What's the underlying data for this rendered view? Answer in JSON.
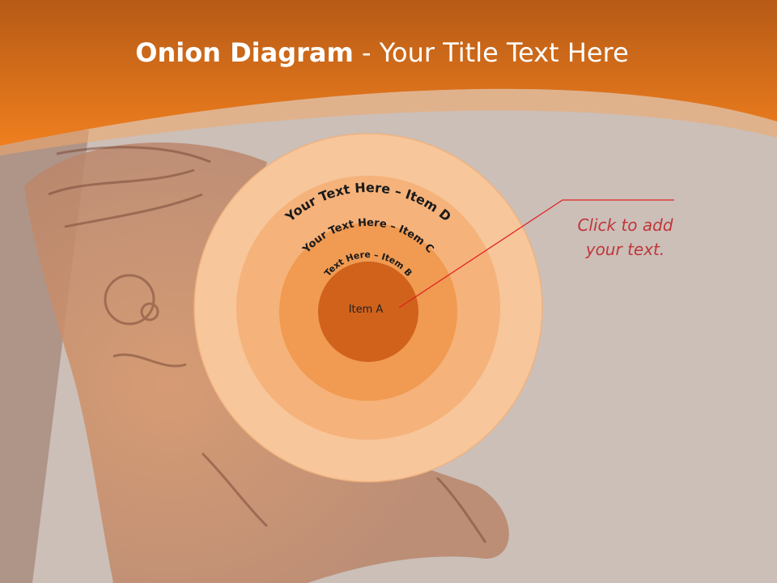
{
  "slide": {
    "title_bold": "Onion Diagram",
    "title_rest": " - Your Title Text Here",
    "callout_line1": "Click  to add",
    "callout_line2": "your text.",
    "colors": {
      "header_orange": "#e8791f",
      "ring_d": "#f7c69a",
      "ring_c": "#f5b27a",
      "ring_b": "#f09a52",
      "core_a": "#d0621b",
      "callout_text": "#c0363a",
      "callout_line": "#e02020"
    }
  },
  "onion": {
    "items": [
      {
        "id": "D",
        "label": "Your Text Here – Item D"
      },
      {
        "id": "C",
        "label": "Your Text Here – Item C"
      },
      {
        "id": "B",
        "label": "Text Here – Item B"
      },
      {
        "id": "A",
        "label": "Item A"
      }
    ]
  }
}
